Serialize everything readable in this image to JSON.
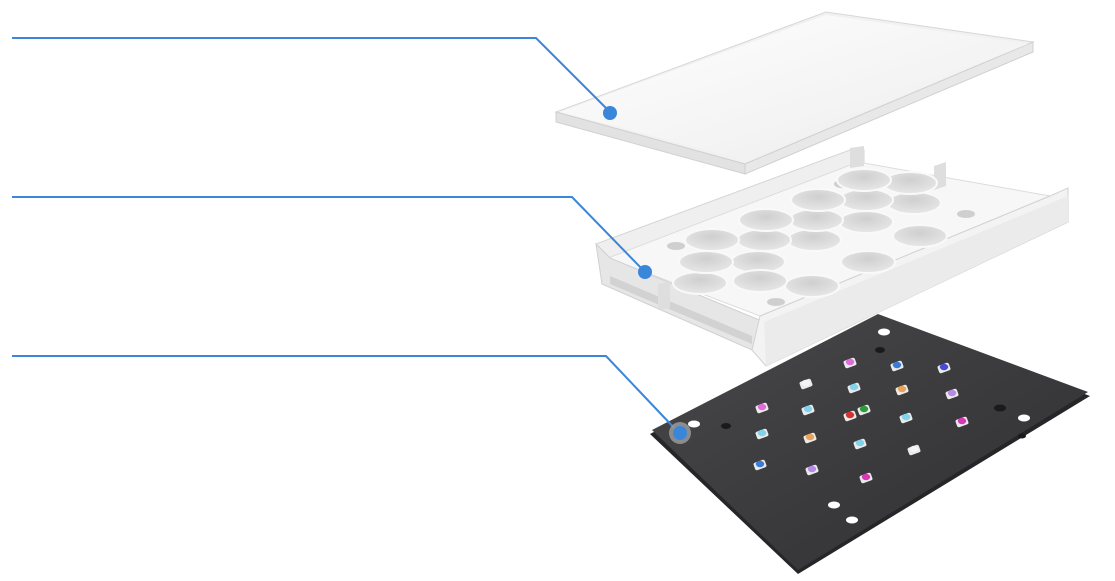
{
  "accent_color": "#3a86d8",
  "layers": [
    {
      "name": "diffuser-sheet",
      "color": "#ffffff"
    },
    {
      "name": "reflector-grid",
      "color": "#f2f2f2"
    },
    {
      "name": "led-board",
      "color": "#3a3a3c"
    }
  ],
  "led_colors": {
    "pink": "#e06bd9",
    "blue": "#3a7bd5",
    "white": "#f4f4f4",
    "cyan": "#7fd3ea",
    "orange": "#e9a25a",
    "violet": "#b58ae8",
    "red": "#d83030",
    "green": "#2f9b3c",
    "indigo": "#4a4ad8",
    "magenta": "#d838b8"
  }
}
